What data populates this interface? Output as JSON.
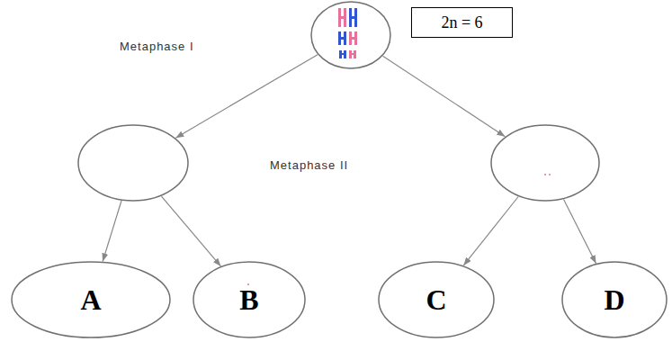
{
  "diagram": {
    "nodes": [
      {
        "text": []
      },
      {
        "text": [
          "2n = 6"
        ]
      },
      {
        "text": []
      },
      {
        "text": []
      },
      {
        "text": [
          "A"
        ]
      },
      {
        "text": [
          "B"
        ]
      },
      {
        "text": [
          "C"
        ]
      },
      {
        "text": [
          "D"
        ]
      }
    ],
    "edges": [
      {
        "from": 0,
        "to": 2,
        "arrow": "to"
      },
      {
        "from": 0,
        "to": 3,
        "arrow": "to"
      },
      {
        "from": 2,
        "to": 4,
        "arrow": "to"
      },
      {
        "from": 2,
        "to": 5,
        "arrow": "to"
      },
      {
        "from": 3,
        "to": 6,
        "arrow": "to"
      },
      {
        "from": 3,
        "to": 7,
        "arrow": "to"
      }
    ],
    "labels": [
      "Metaphase I",
      "Metaphase II"
    ]
  }
}
